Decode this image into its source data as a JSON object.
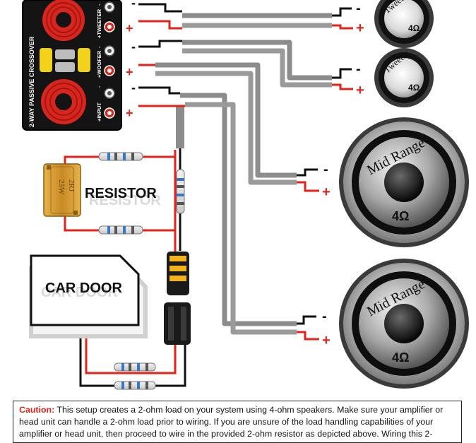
{
  "crossover": {
    "title": "2-WAY PASSIVE CROSSOVER",
    "terminals": [
      {
        "neg": "-",
        "pos": "+TWEETER"
      },
      {
        "neg": "-",
        "pos": "+WOOFER"
      },
      {
        "neg": "-",
        "pos": "+INPUT"
      }
    ]
  },
  "resistor": {
    "label": "RESISTOR",
    "marking_top": "25W",
    "marking_bottom": "2RJ"
  },
  "car_door": {
    "label": "CAR DOOR"
  },
  "speakers": [
    {
      "type": "Tweeter",
      "impedance": "4Ω"
    },
    {
      "type": "Tweeter",
      "impedance": "4Ω"
    },
    {
      "type": "Mid Range",
      "impedance": "4Ω"
    },
    {
      "type": "Mid Range",
      "impedance": "4Ω"
    }
  ],
  "polarity": {
    "neg": "-",
    "pos": "+"
  },
  "caution": {
    "label": "Caution:",
    "text": "This setup creates a 2-ohm load on your system using 4-ohm speakers.  Make sure your amplifier or head unit can handle a 2-ohm load prior to wiring.  If you are unsure of the load handling capabilities of your amplifier or head unit, then proceed to wire in the provided 2-ohm resistor as depicted above.  Wiring this 2-"
  },
  "colors": {
    "wire_red": "#e2231a",
    "wire_black": "#111111",
    "wire_grey": "#9a9a9a",
    "crossover_body": "#141414",
    "coil_red": "#d8261e",
    "capacitor_yellow": "#f2d21c",
    "resistor_gold": "#c8902a"
  }
}
